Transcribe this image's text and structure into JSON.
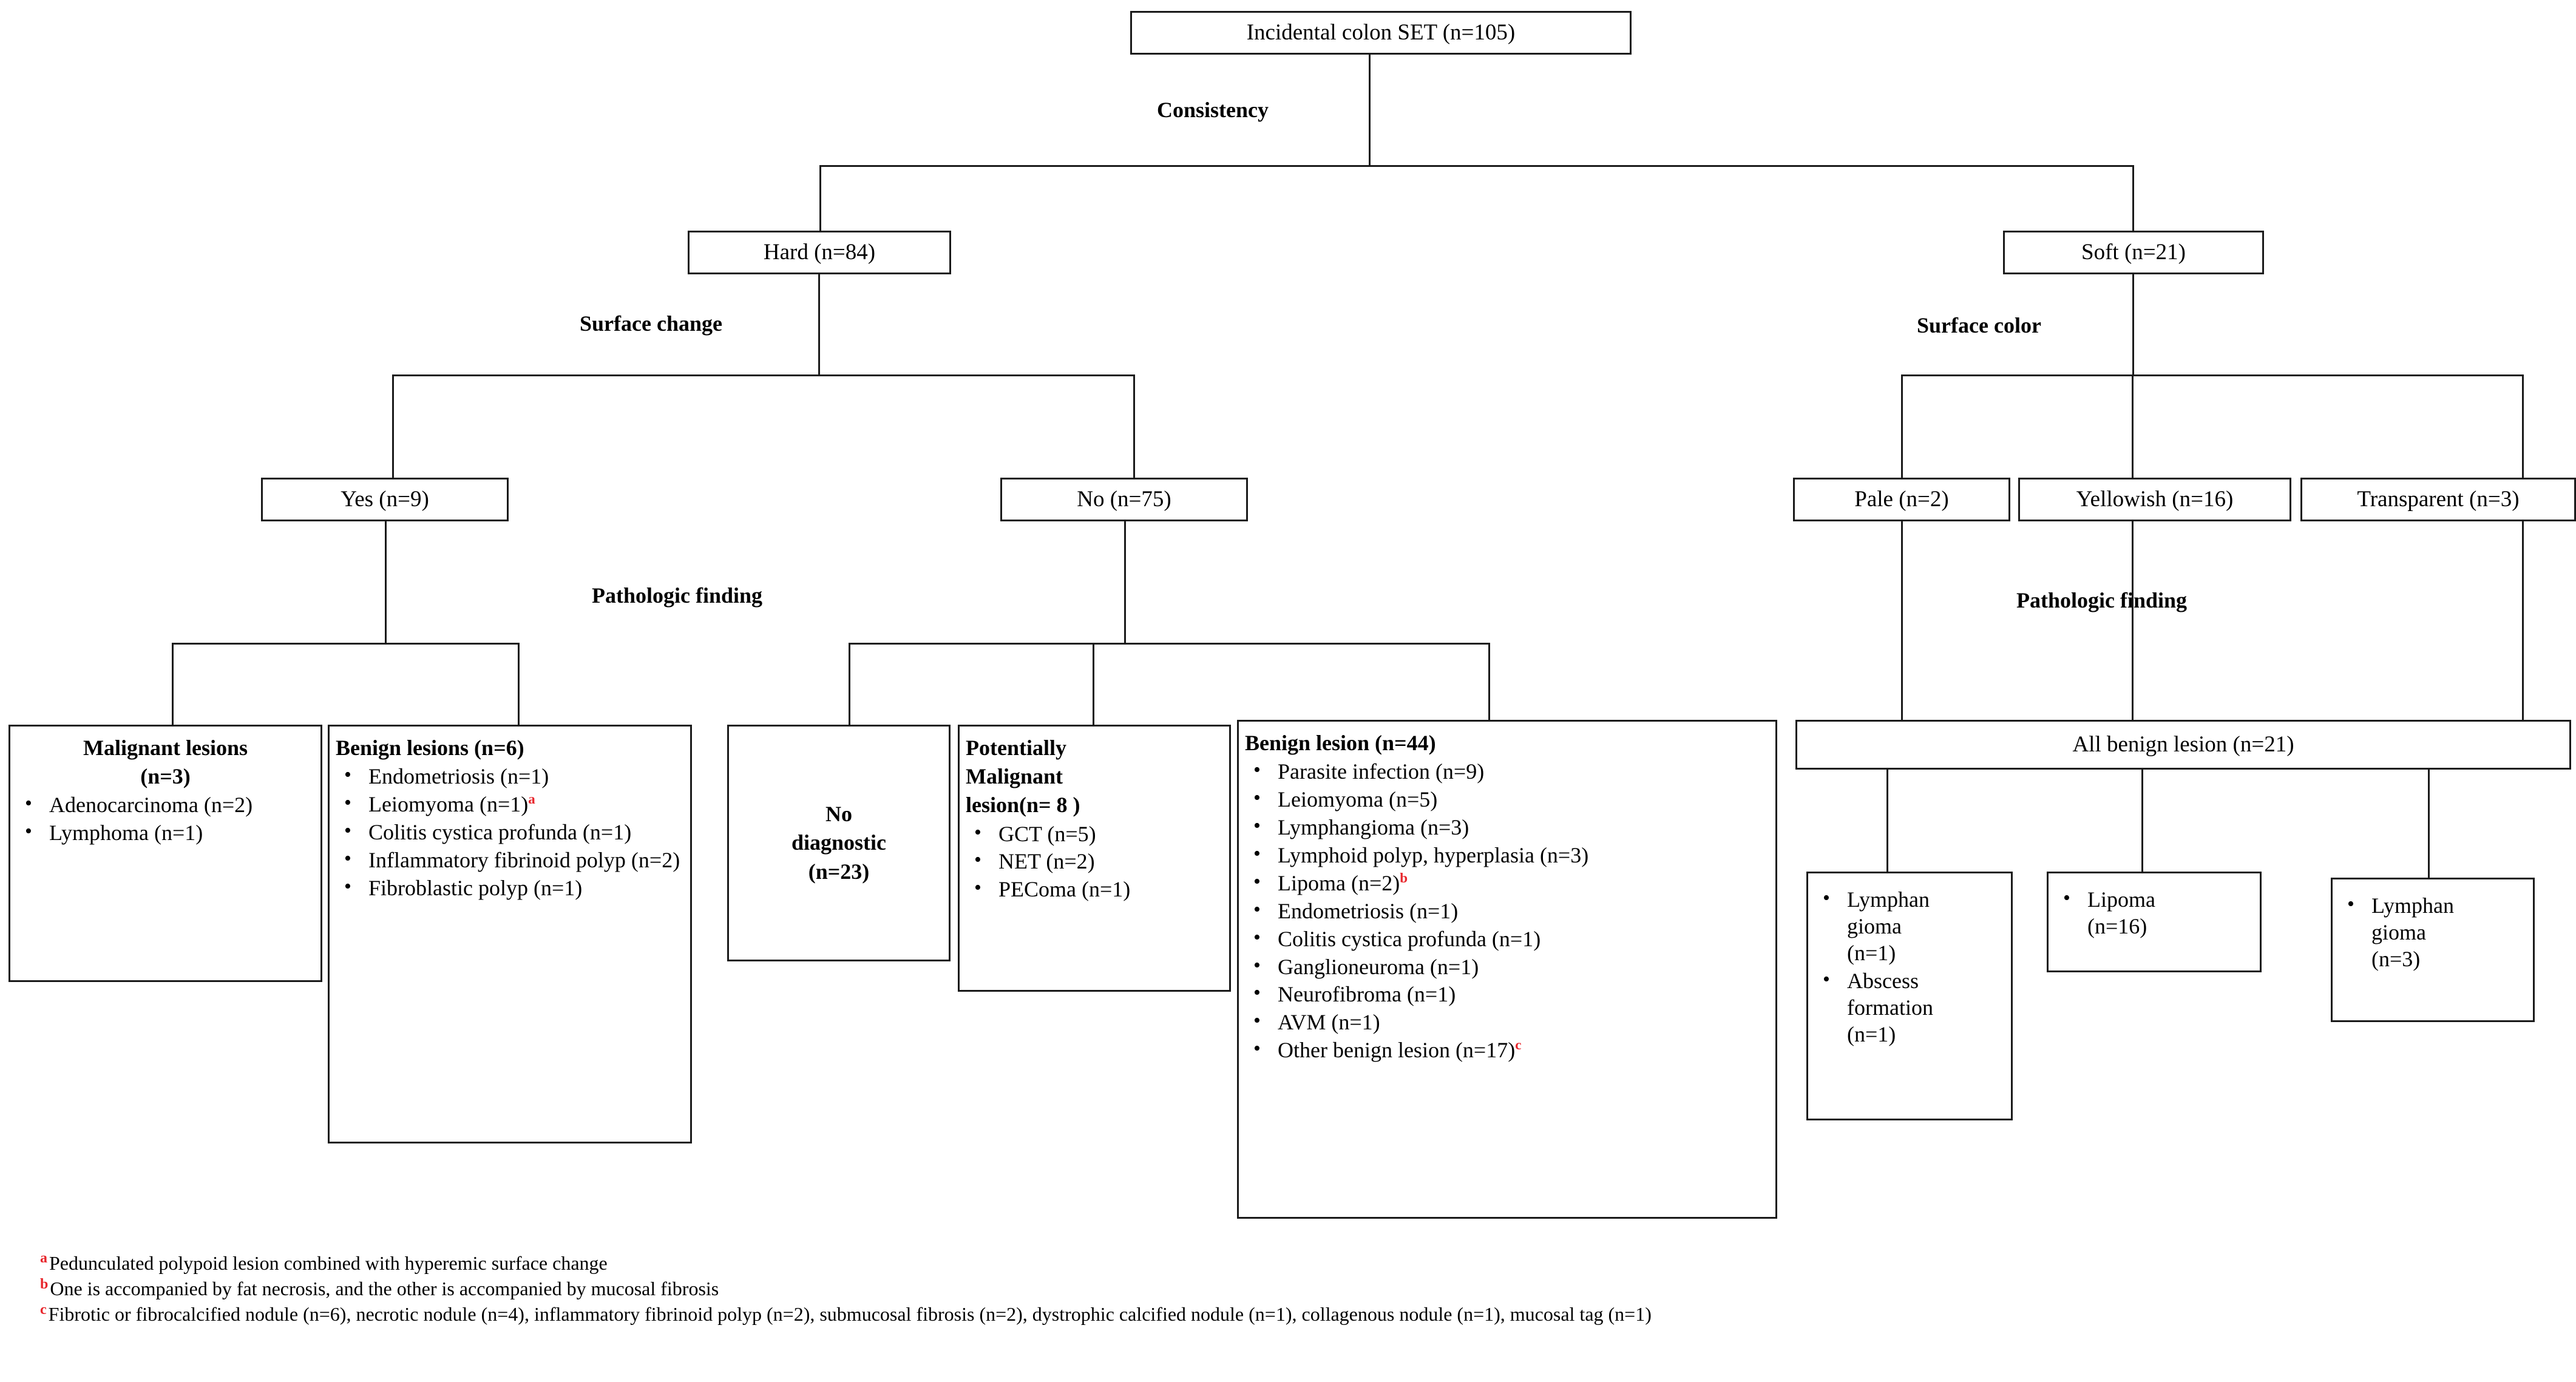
{
  "diagram": {
    "type": "flowchart",
    "title": "Incidental colon SET classification flowchart"
  },
  "root": {
    "label": "Incidental colon SET (n=105)"
  },
  "captions": {
    "consistency": "Consistency",
    "surface_change": "Surface change",
    "surface_color": "Surface color",
    "pathologic_finding_left": "Pathologic finding",
    "pathologic_finding_right": "Pathologic finding"
  },
  "consistency_nodes": {
    "hard": "Hard (n=84)",
    "soft": "Soft (n=21)"
  },
  "surface_change_nodes": {
    "yes": "Yes (n=9)",
    "no": "No (n=75)"
  },
  "surface_color_nodes": {
    "pale": "Pale (n=2)",
    "yellowish": "Yellowish (n=16)",
    "transparent": "Transparent (n=3)"
  },
  "malignant_lesions": {
    "title_line1": "Malignant  lesions",
    "title_line2": "(n=3)",
    "items": [
      {
        "text": "Adenocarcinoma (n=2)"
      },
      {
        "text": "Lymphoma (n=1)"
      }
    ]
  },
  "benign_lesions_6": {
    "title": "Benign  lesions (n=6)",
    "items": [
      {
        "text": "Endometriosis (n=1)",
        "mark": ""
      },
      {
        "text": "Leiomyoma (n=1)",
        "mark": "a"
      },
      {
        "text": "Colitis cystica profunda (n=1)",
        "mark": ""
      },
      {
        "text": "Inflammatory fibrinoid polyp (n=2)",
        "mark": ""
      },
      {
        "text": "Fibroblastic polyp (n=1)",
        "mark": ""
      }
    ]
  },
  "no_diagnostic": {
    "title_line1": "No",
    "title_line2": "diagnostic",
    "title_line3": "(n=23)"
  },
  "potentially_malignant": {
    "title_line1": "Potentially",
    "title_line2": "Malignant",
    "title_line3": "lesion(n= 8 )",
    "items": [
      {
        "text": "GCT (n=5)"
      },
      {
        "text": "NET (n=2)"
      },
      {
        "text": "PEComa (n=1)"
      }
    ]
  },
  "benign_lesion_44": {
    "title": "Benign lesion (n=44)",
    "items": [
      {
        "text": "Parasite infection (n=9)",
        "mark": ""
      },
      {
        "text": "Leiomyoma (n=5)",
        "mark": ""
      },
      {
        "text": "Lymphangioma (n=3)",
        "mark": ""
      },
      {
        "text": "Lymphoid polyp, hyperplasia (n=3)",
        "mark": ""
      },
      {
        "text": "Lipoma (n=2)",
        "mark": "b"
      },
      {
        "text": "Endometriosis (n=1)",
        "mark": ""
      },
      {
        "text": "Colitis cystica profunda (n=1)",
        "mark": ""
      },
      {
        "text": "Ganglioneuroma (n=1)",
        "mark": ""
      },
      {
        "text": "Neurofibroma (n=1)",
        "mark": ""
      },
      {
        "text": "AVM (n=1)",
        "mark": ""
      },
      {
        "text": "Other benign lesion (n=17)",
        "mark": "c"
      }
    ]
  },
  "all_benign_lesion": {
    "title": "All benign lesion (n=21)"
  },
  "pale_detail": {
    "items": [
      {
        "line1": "Lymphan",
        "line2": "gioma",
        "line3": "(n=1)"
      },
      {
        "line1": "Abscess",
        "line2": "formation",
        "line3": "(n=1)"
      }
    ]
  },
  "yellowish_detail": {
    "items": [
      {
        "line1": "Lipoma",
        "line2": "(n=16)"
      }
    ]
  },
  "transparent_detail": {
    "items": [
      {
        "line1": "Lymphan",
        "line2": "gioma",
        "line3": "(n=3)"
      }
    ]
  },
  "footnotes": [
    {
      "mark": "a",
      "text": "Pedunculated polypoid lesion combined with hyperemic surface change"
    },
    {
      "mark": "b",
      "text": "One is accompanied by fat necrosis, and the other is accompanied by mucosal fibrosis"
    },
    {
      "mark": "c",
      "text": "Fibrotic or fibrocalcified nodule (n=6), necrotic nodule (n=4), inflammatory fibrinoid polyp (n=2), submucosal fibrosis (n=2), dystrophic calcified nodule (n=1), collagenous nodule (n=1), mucosal tag (n=1)"
    }
  ],
  "colors": {
    "line": "#1a1a1a",
    "text": "#000000",
    "footnote_mark": "#e8262c",
    "background": "#ffffff"
  }
}
